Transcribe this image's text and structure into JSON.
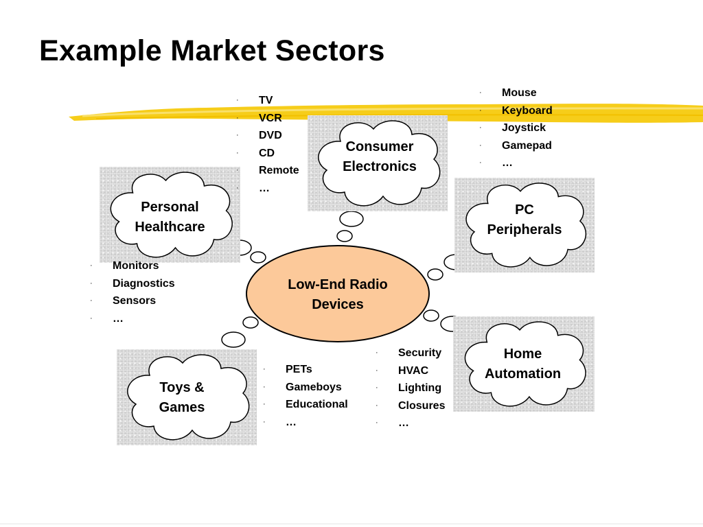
{
  "title": "Example Market Sectors",
  "hub": {
    "line1": "Low-End Radio",
    "line2": "Devices",
    "fill": "#fcc99a"
  },
  "clouds": {
    "consumer": {
      "line1": "Consumer",
      "line2": "Electronics"
    },
    "personal": {
      "line1": "Personal",
      "line2": "Healthcare"
    },
    "pc": {
      "line1": "PC",
      "line2": "Peripherals"
    },
    "home": {
      "line1": "Home",
      "line2": "Automation"
    },
    "toys": {
      "line1": "Toys &",
      "line2": "Games"
    }
  },
  "lists": {
    "consumer": {
      "bullet": "·",
      "items": [
        "TV",
        "VCR",
        "DVD",
        "CD",
        "Remote",
        "…"
      ]
    },
    "pc": {
      "bullet": "·",
      "items": [
        "Mouse",
        "Keyboard",
        "Joystick",
        "Gamepad",
        "…"
      ]
    },
    "personal": {
      "bullet": "·",
      "items": [
        "Monitors",
        "Diagnostics",
        "Sensors",
        "…"
      ]
    },
    "toys": {
      "bullet": "·",
      "items": [
        "PETs",
        "Gameboys",
        "Educational",
        "…"
      ]
    },
    "home": {
      "bullet": "·",
      "items": [
        "Security",
        "HVAC",
        "Lighting",
        "Closures",
        "…"
      ]
    }
  },
  "colors": {
    "highlight": "#f6cd1a",
    "cloud_fill": "#e4e4e4",
    "hub_fill": "#fcc99a"
  }
}
